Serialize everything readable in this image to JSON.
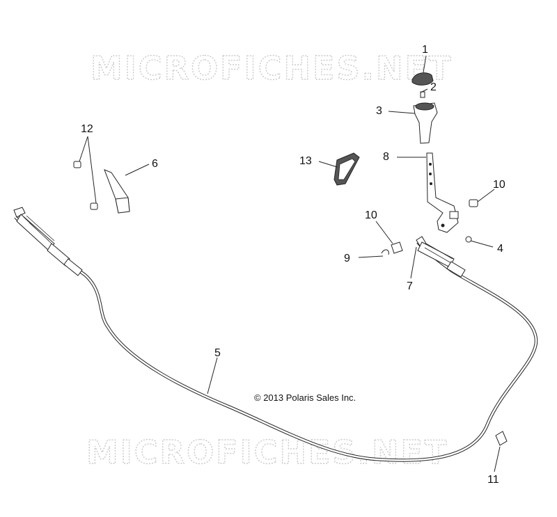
{
  "watermark": {
    "text": "MICROFICHES.NET"
  },
  "copyright": "© 2013 Polaris Sales Inc.",
  "callouts": {
    "c1": "1",
    "c2": "2",
    "c3": "3",
    "c4": "4",
    "c5": "5",
    "c6": "6",
    "c7": "7",
    "c8": "8",
    "c9": "9",
    "c10a": "10",
    "c10b": "10",
    "c11": "11",
    "c12": "12",
    "c13": "13"
  }
}
